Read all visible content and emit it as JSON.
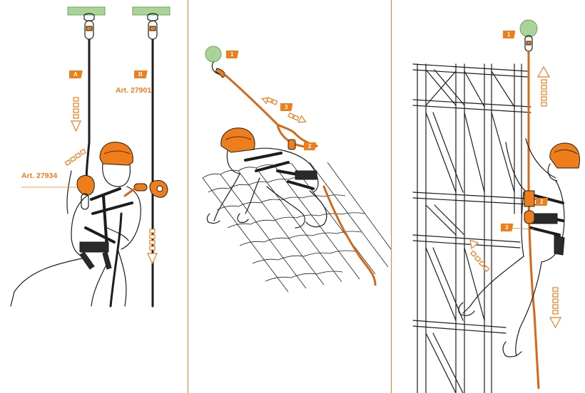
{
  "colors": {
    "accent": "#ef7d1a",
    "anchor": "#a9d39a",
    "line": "#1d1d1b"
  },
  "panel1": {
    "tag_a": "A",
    "tag_b": "B",
    "art_b": "Art. 27901",
    "art_left": "Art. 27934"
  },
  "panel2": {
    "tag_1": "1",
    "tag_2": "2",
    "tag_3": "3"
  },
  "panel3": {
    "tag_1": "1",
    "tag_2": "2",
    "tag_3": "3"
  }
}
